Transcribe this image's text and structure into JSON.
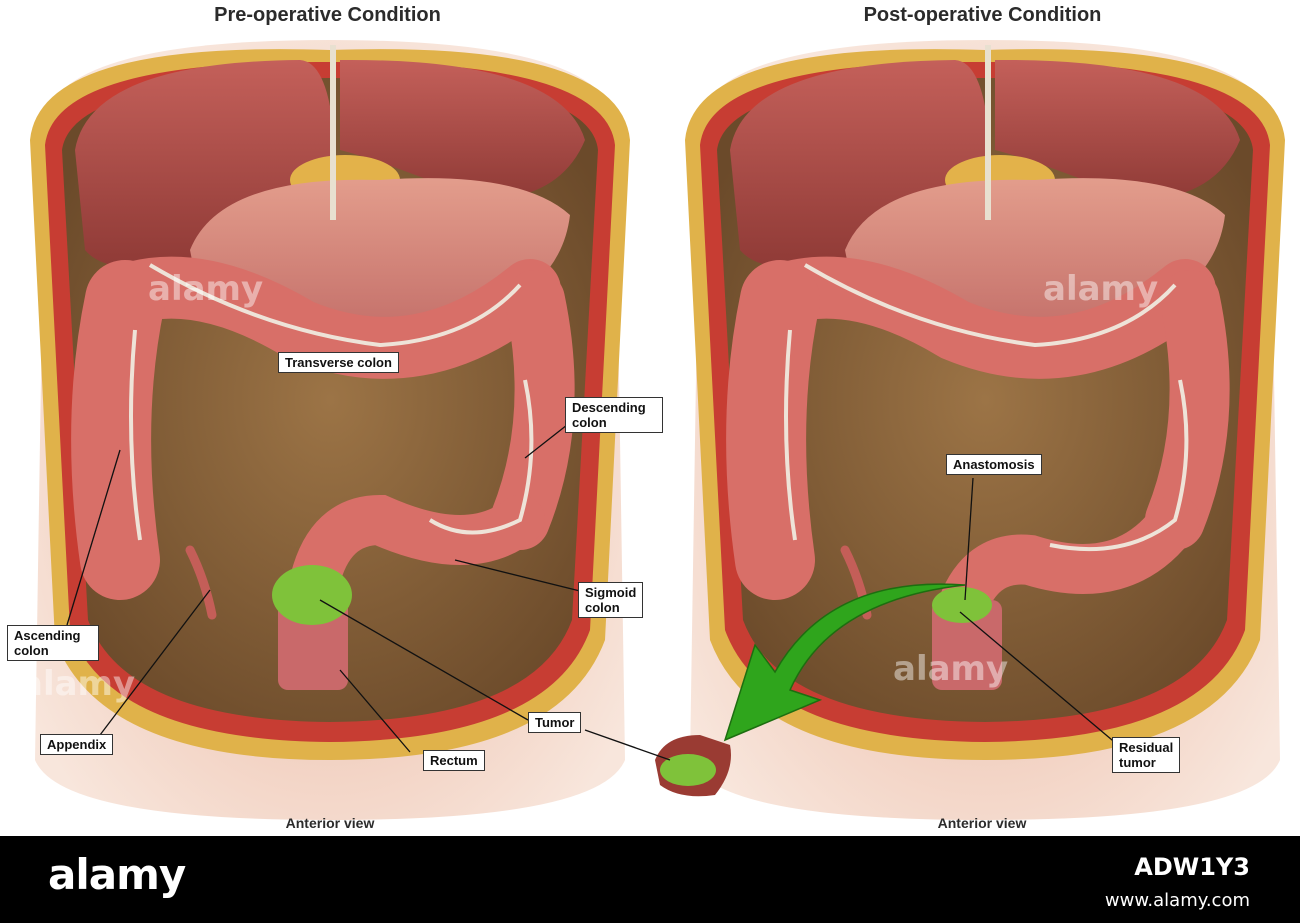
{
  "titles": {
    "left": "Pre-operative Condition",
    "right": "Post-operative Condition"
  },
  "views": {
    "left": "Anterior view",
    "right": "Anterior view"
  },
  "labels": {
    "transverse_colon": "Transverse colon",
    "descending_colon": "Descending\ncolon",
    "sigmoid_colon": "Sigmoid\ncolon",
    "ascending_colon": "Ascending\ncolon",
    "appendix": "Appendix",
    "rectum": "Rectum",
    "tumor": "Tumor",
    "anastomosis": "Anastomosis",
    "residual_tumor": "Residual\ntumor"
  },
  "watermark": "alamy",
  "footer": {
    "logo": "alamy",
    "image_id": "ADW1Y3",
    "url": "www.alamy.com"
  },
  "colors": {
    "colon": "#d86f68",
    "liver": "#b3504a",
    "tumor": "#7fc23a",
    "arrow": "#2fa51c",
    "cavity": "#8b6438"
  }
}
